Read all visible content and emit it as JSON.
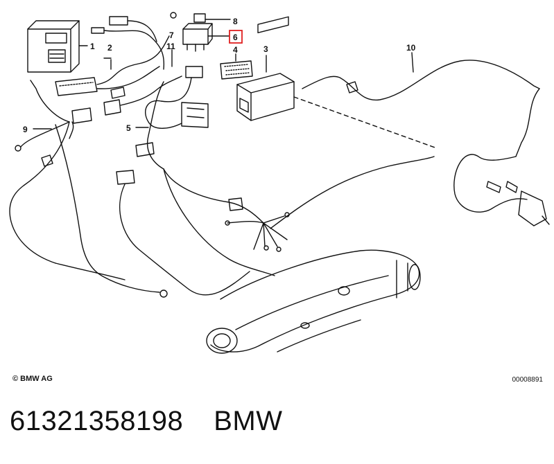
{
  "diagram": {
    "callouts": [
      "1",
      "2",
      "3",
      "4",
      "5",
      "6",
      "7",
      "8",
      "9",
      "10",
      "11"
    ],
    "highlighted_callout": "6",
    "highlight_color": "#e02020",
    "copyright": "© BMW AG",
    "image_code": "00008891"
  },
  "footer": {
    "part_number": "61321358198",
    "brand": "BMW"
  }
}
